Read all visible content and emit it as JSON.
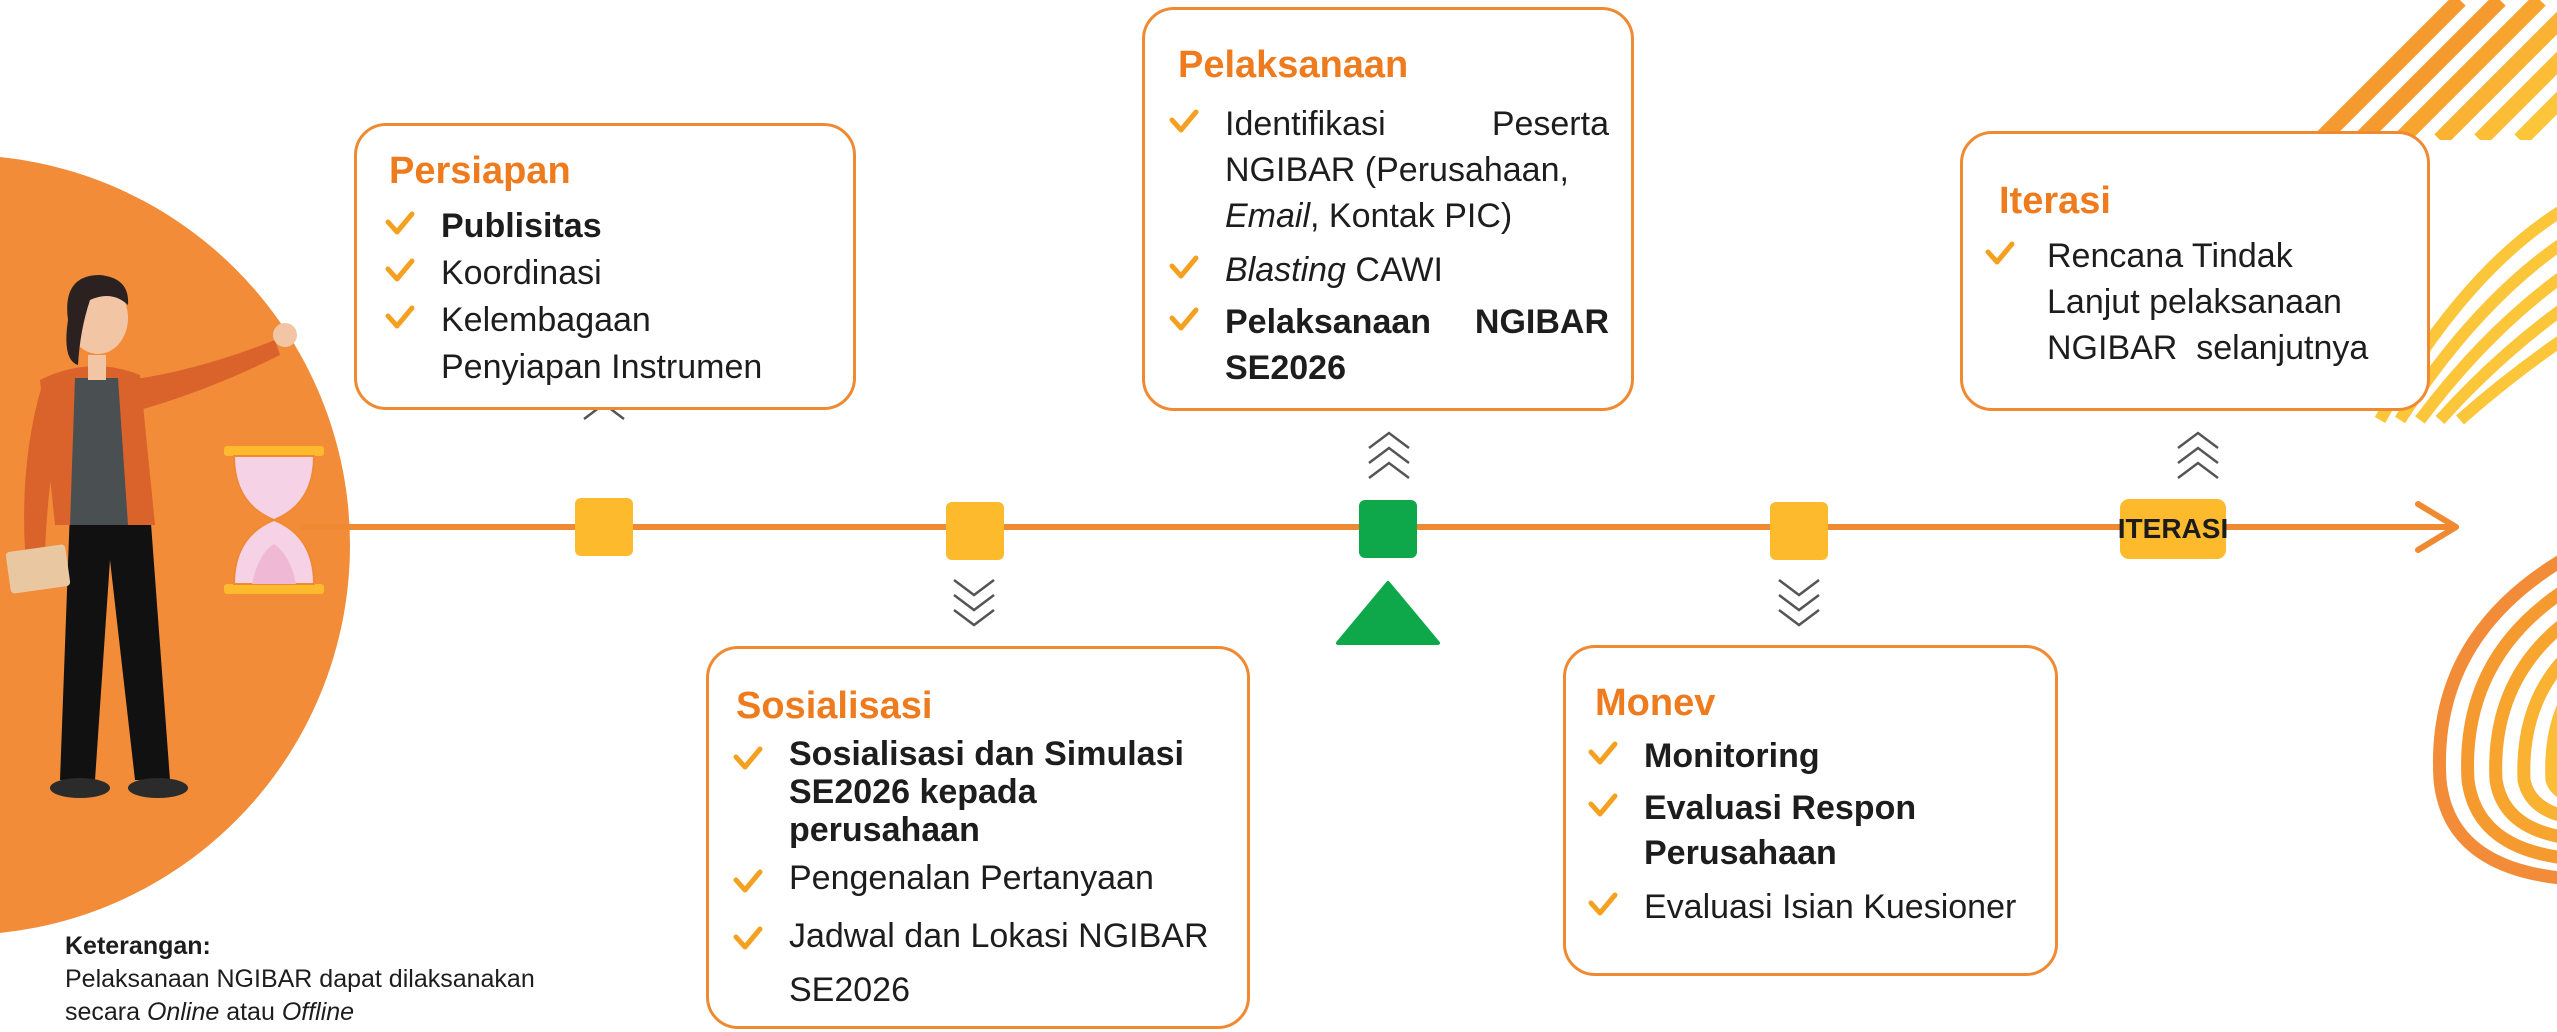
{
  "colors": {
    "orange": "#F08A32",
    "title_orange": "#EE7B1E",
    "yellow": "#FDBA2C",
    "green": "#0EA84B",
    "stripe_yellow": "#FCC63A"
  },
  "persiapan": {
    "title": "Persiapan",
    "items": [
      "Publisitas",
      "Koordinasi",
      "Kelembagaan",
      "Penyiapan Instrumen"
    ]
  },
  "pelaksanaan": {
    "title": "Pelaksanaan",
    "item1": {
      "l1a": "Identifikasi",
      "l1b": "Peserta",
      "l2": "NGIBAR (Perusahaan,",
      "l3_em": "Email",
      "l3_rest": ", Kontak PIC)"
    },
    "item2": {
      "em": "Blasting",
      "rest": " CAWI"
    },
    "item3": {
      "l1a": "Pelaksanaan",
      "l1b": "NGIBAR",
      "l2": "SE2026"
    }
  },
  "iterasi_card": {
    "title": "Iterasi",
    "lines": [
      "Rencana Tindak",
      "Lanjut pelaksanaan",
      "NGIBAR  selanjutnya"
    ]
  },
  "sosialisasi": {
    "title": "Sosialisasi",
    "item1": [
      "Sosialisasi dan Simulasi",
      "SE2026 kepada",
      "perusahaan"
    ],
    "item2": "Pengenalan Pertanyaan",
    "item3": [
      "Jadwal dan Lokasi NGIBAR",
      "SE2026"
    ]
  },
  "monev": {
    "title": "Monev",
    "item1": "Monitoring",
    "item2": [
      "Evaluasi Respon",
      "Perusahaan"
    ],
    "item3": "Evaluasi Isian Kuesioner"
  },
  "timeline": {
    "iterasi_label": "ITERASI"
  },
  "note": {
    "heading": "Keterangan:",
    "line1": "Pelaksanaan NGIBAR dapat dilaksanakan",
    "line2_a": "secara ",
    "line2_online": "Online",
    "line2_b": " atau ",
    "line2_offline": "Offline"
  },
  "icons": [
    "check-icon",
    "chevron-up-icon",
    "chevron-down-icon",
    "hourglass-icon",
    "arrow-right-icon",
    "triangle-marker-icon"
  ]
}
